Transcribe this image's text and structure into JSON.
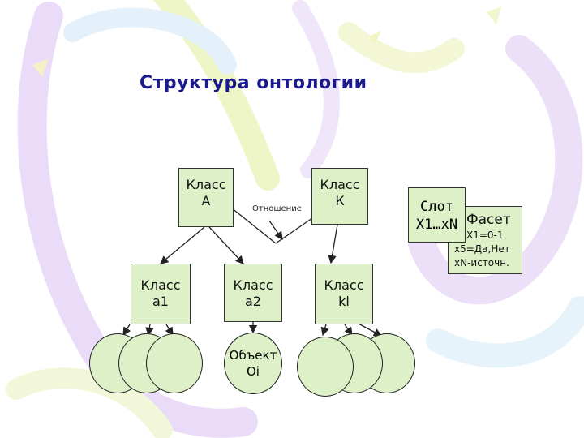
{
  "title": "Структура онтологии",
  "classes": {
    "a": {
      "line1": "Класс",
      "line2": "А"
    },
    "k": {
      "line1": "Класс",
      "line2": "К"
    },
    "a1": {
      "line1": "Класс",
      "line2": "а1"
    },
    "a2": {
      "line1": "Класс",
      "line2": "а2"
    },
    "ki": {
      "line1": "Класс",
      "line2": "ki"
    }
  },
  "relation": "Отношение",
  "slot": {
    "line1": "Слот",
    "line2": "X1…xN"
  },
  "facet": {
    "title": "Фасет",
    "lines": [
      "X1=0-1",
      "x5=Да,Нет",
      "xN-источн."
    ]
  },
  "object": {
    "line1": "Объект",
    "line2": "Oi"
  },
  "colors": {
    "box_fill": "#ddf0c8",
    "title": "#1a1a8c",
    "border": "#333333"
  }
}
